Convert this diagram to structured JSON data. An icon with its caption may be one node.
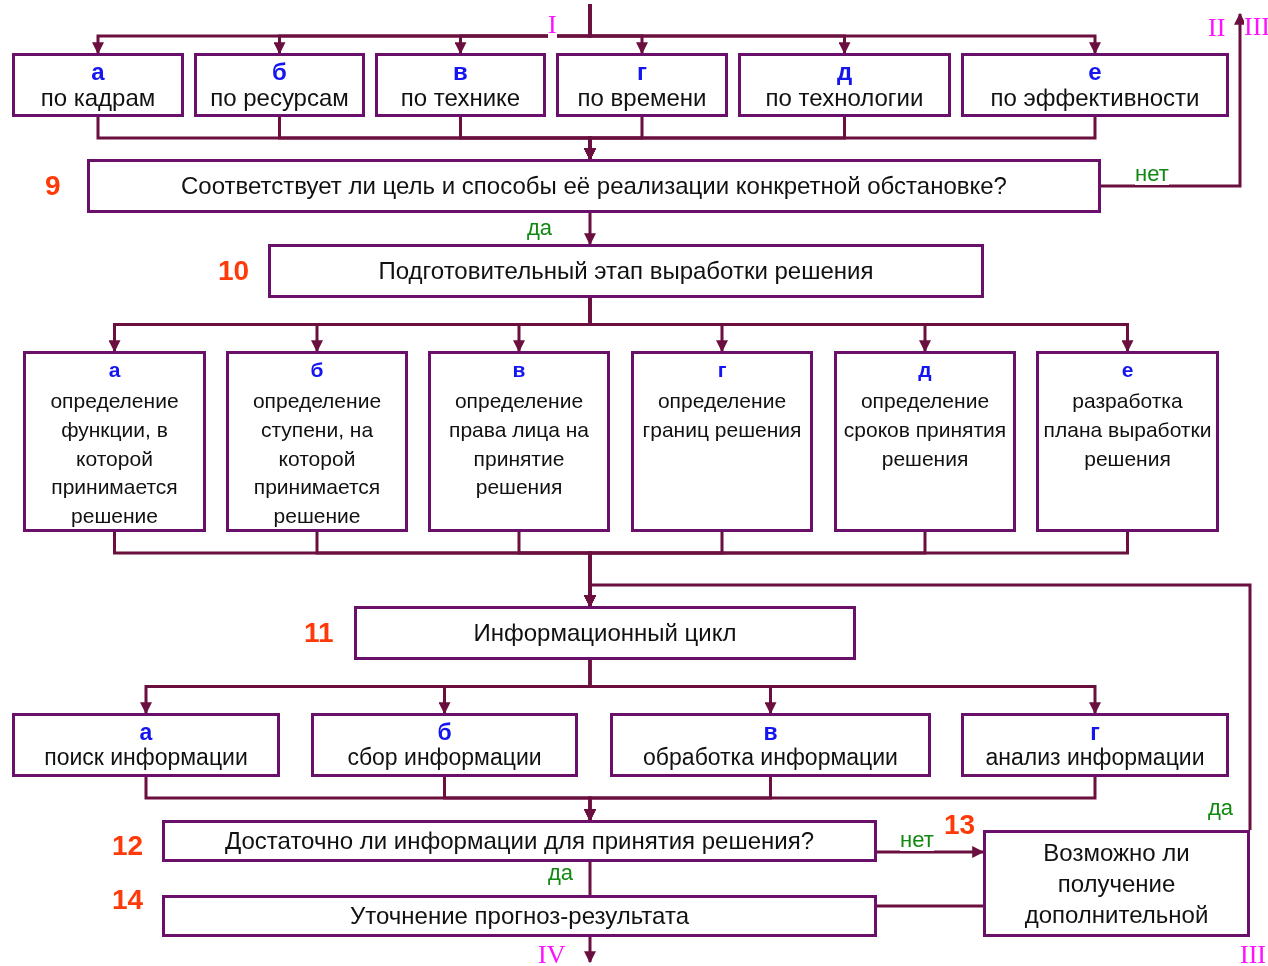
{
  "diagram": {
    "nodes": [
      {
        "text": [
          "а",
          "по кадрам"
        ]
      },
      {
        "text": [
          "б",
          "по ресурсам"
        ]
      },
      {
        "text": [
          "в",
          "по технике"
        ]
      },
      {
        "text": [
          "г",
          "по времени"
        ]
      },
      {
        "text": [
          "д",
          "по технологии"
        ]
      },
      {
        "text": [
          "е",
          "по эффективности"
        ]
      },
      {
        "text": [
          "Соответствует ли цель и способы её реализации конкретной обстановке?"
        ],
        "beside": [
          "9"
        ]
      },
      {
        "text": [
          "Подготовительный этап выработки решения"
        ],
        "beside": [
          "10"
        ]
      },
      {
        "text": [
          "а",
          "определение функции, в которой принимается решение"
        ]
      },
      {
        "text": [
          "б",
          "определение ступени, на которой принимается решение"
        ]
      },
      {
        "text": [
          "в",
          "определение права лица на принятие решения"
        ]
      },
      {
        "text": [
          "г",
          "определение границ решения"
        ]
      },
      {
        "text": [
          "д",
          "определение сроков принятия решения"
        ]
      },
      {
        "text": [
          "е",
          "разработка плана выработки решения"
        ]
      },
      {
        "text": [
          "Информационный цикл"
        ],
        "beside": [
          "11"
        ]
      },
      {
        "text": [
          "а",
          "поиск информации"
        ]
      },
      {
        "text": [
          "б",
          "сбор информации"
        ]
      },
      {
        "text": [
          "в",
          "обработка информации"
        ]
      },
      {
        "text": [
          "г",
          "анализ информации"
        ]
      },
      {
        "text": [
          "Достаточно ли информации для принятия решения?"
        ],
        "beside": [
          "12"
        ]
      },
      {
        "text": [
          "Возможно ли получение дополнительной"
        ],
        "beside": [
          "13"
        ]
      },
      {
        "text": [
          "Уточнение прогноз-результата"
        ],
        "beside": [
          "14"
        ]
      },
      {
        "text": [
          "II"
        ]
      }
    ],
    "edges": [
      {
        "from": null,
        "to": 0,
        "arrow": "to"
      },
      {
        "from": null,
        "to": 1,
        "arrow": "to"
      },
      {
        "from": null,
        "to": 2,
        "arrow": "to"
      },
      {
        "from": null,
        "to": 3,
        "arrow": "to"
      },
      {
        "from": null,
        "to": 4,
        "arrow": "to"
      },
      {
        "from": null,
        "to": 5,
        "arrow": "to"
      },
      {
        "from": 0,
        "to": 6,
        "arrow": "to"
      },
      {
        "from": 1,
        "to": 6,
        "arrow": "to"
      },
      {
        "from": 2,
        "to": 6,
        "arrow": "to"
      },
      {
        "from": 3,
        "to": 6,
        "arrow": "to"
      },
      {
        "from": 4,
        "to": 6,
        "arrow": "to"
      },
      {
        "from": 5,
        "to": 6,
        "arrow": "to"
      },
      {
        "from": 6,
        "to": 22,
        "arrow": "to",
        "label": "нет"
      },
      {
        "from": 6,
        "to": 7,
        "arrow": "to",
        "label": "да"
      },
      {
        "from": 7,
        "to": 8,
        "arrow": "to"
      },
      {
        "from": 7,
        "to": 9,
        "arrow": "to"
      },
      {
        "from": 7,
        "to": 10,
        "arrow": "to"
      },
      {
        "from": 7,
        "to": 11,
        "arrow": "to"
      },
      {
        "from": 7,
        "to": 12,
        "arrow": "to"
      },
      {
        "from": 7,
        "to": 13,
        "arrow": "to"
      },
      {
        "from": 8,
        "to": 14,
        "arrow": "to"
      },
      {
        "from": 9,
        "to": 14,
        "arrow": "to"
      },
      {
        "from": 10,
        "to": 14,
        "arrow": "to"
      },
      {
        "from": 11,
        "to": 14,
        "arrow": "to"
      },
      {
        "from": 12,
        "to": 14,
        "arrow": "to"
      },
      {
        "from": 13,
        "to": 14,
        "arrow": "to"
      },
      {
        "from": 14,
        "to": 15,
        "arrow": "to"
      },
      {
        "from": 14,
        "to": 16,
        "arrow": "to"
      },
      {
        "from": 14,
        "to": 17,
        "arrow": "to"
      },
      {
        "from": 14,
        "to": 18,
        "arrow": "to"
      },
      {
        "from": 15,
        "to": 19,
        "arrow": "to"
      },
      {
        "from": 16,
        "to": 19,
        "arrow": "to"
      },
      {
        "from": 17,
        "to": 19,
        "arrow": "to"
      },
      {
        "from": 18,
        "to": 19,
        "arrow": "to"
      },
      {
        "from": 19,
        "to": 20,
        "arrow": "to",
        "label": "нет"
      },
      {
        "from": 19,
        "to": 21,
        "arrow": "none",
        "label": "да"
      },
      {
        "from": 20,
        "to": 14,
        "arrow": "to",
        "label": "да"
      },
      {
        "from": 21,
        "to": 20,
        "arrow": "none"
      },
      {
        "from": 21,
        "to": null,
        "arrow": "to"
      }
    ],
    "labels": [
      "I",
      "III",
      "III",
      "IV"
    ]
  }
}
